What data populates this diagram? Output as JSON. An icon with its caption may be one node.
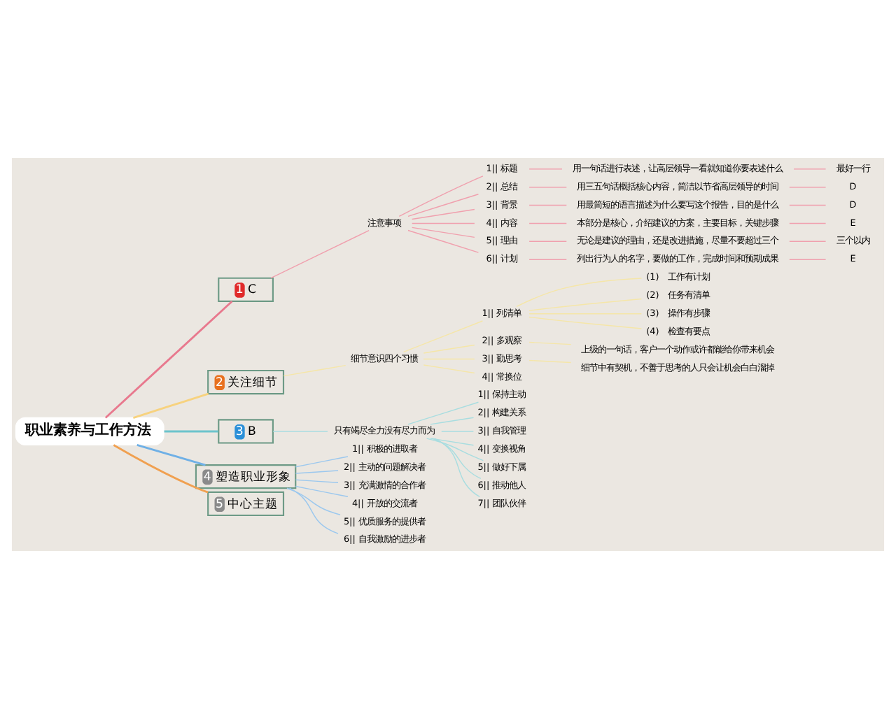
{
  "diagram": {
    "nodes": [
      {
        "text": [
          "职业素养与工作方法"
        ]
      },
      {
        "text": [
          "1",
          "C"
        ]
      },
      {
        "text": [
          "注意事项"
        ]
      },
      {
        "text": [
          "1|| 标题"
        ]
      },
      {
        "text": [
          "2|| 总结"
        ]
      },
      {
        "text": [
          "3|| 背景"
        ]
      },
      {
        "text": [
          "4|| 内容"
        ]
      },
      {
        "text": [
          "5|| 理由"
        ]
      },
      {
        "text": [
          "6|| 计划"
        ]
      },
      {
        "text": [
          "用一句话进行表述，让高层领导一看就知道你要表述什么"
        ]
      },
      {
        "text": [
          "用三五句话概括核心内容，简洁以节省高层领导的时间"
        ]
      },
      {
        "text": [
          "用最简短的语言描述为什么要写这个报告，目的是什么"
        ]
      },
      {
        "text": [
          "本部分是核心，介绍建议的方案，主要目标，关键步骤"
        ]
      },
      {
        "text": [
          "无论是建议的理由，还是改进措施，尽量不要超过三个"
        ]
      },
      {
        "text": [
          "列出行为人的名字，要做的工作，完成时间和预期成果"
        ]
      },
      {
        "text": [
          "最好一行"
        ]
      },
      {
        "text": [
          "D"
        ]
      },
      {
        "text": [
          "D"
        ]
      },
      {
        "text": [
          "E"
        ]
      },
      {
        "text": [
          "三个以内"
        ]
      },
      {
        "text": [
          "E"
        ]
      },
      {
        "text": [
          "2",
          "关注细节"
        ]
      },
      {
        "text": [
          "细节意识四个习惯"
        ]
      },
      {
        "text": [
          "1|| 列清单"
        ]
      },
      {
        "text": [
          "(1)　工作有计划"
        ]
      },
      {
        "text": [
          "(2)　任务有清单"
        ]
      },
      {
        "text": [
          "(3)　操作有步骤"
        ]
      },
      {
        "text": [
          "(4)　检查有要点"
        ]
      },
      {
        "text": [
          "2|| 多观察"
        ]
      },
      {
        "text": [
          "上级的一句话，客户一个动作或许都能给你带来机会"
        ]
      },
      {
        "text": [
          "3|| 勤思考"
        ]
      },
      {
        "text": [
          "细节中有契机，不善于思考的人只会让机会白白溜掉"
        ]
      },
      {
        "text": [
          "4|| 常换位"
        ]
      },
      {
        "text": [
          "3",
          "B"
        ]
      },
      {
        "text": [
          "只有竭尽全力没有尽力而为"
        ]
      },
      {
        "text": [
          "1|| 保持主动"
        ]
      },
      {
        "text": [
          "2|| 构建关系"
        ]
      },
      {
        "text": [
          "3|| 自我管理"
        ]
      },
      {
        "text": [
          "4|| 变换视角"
        ]
      },
      {
        "text": [
          "5|| 做好下属"
        ]
      },
      {
        "text": [
          "6|| 推动他人"
        ]
      },
      {
        "text": [
          "7|| 团队伙伴"
        ]
      },
      {
        "text": [
          "4",
          "塑造职业形象"
        ]
      },
      {
        "text": [
          "1|| 积极的进取者"
        ]
      },
      {
        "text": [
          "2|| 主动的问题解决者"
        ]
      },
      {
        "text": [
          "3|| 充满激情的合作者"
        ]
      },
      {
        "text": [
          "4|| 开放的交流者"
        ]
      },
      {
        "text": [
          "5|| 优质服务的提供者"
        ]
      },
      {
        "text": [
          "6|| 自我激励的进步者"
        ]
      },
      {
        "text": [
          "5",
          "中心主题"
        ]
      }
    ],
    "edges": [
      {
        "from": 0,
        "to": 1,
        "arrow": "none",
        "color": "#e8798e"
      },
      {
        "from": 1,
        "to": 2,
        "arrow": "none",
        "color": "#f0a0ae"
      },
      {
        "from": 2,
        "to": 3,
        "arrow": "none",
        "color": "#f0a0ae"
      },
      {
        "from": 2,
        "to": 4,
        "arrow": "none",
        "color": "#f0a0ae"
      },
      {
        "from": 2,
        "to": 5,
        "arrow": "none",
        "color": "#f0a0ae"
      },
      {
        "from": 2,
        "to": 6,
        "arrow": "none",
        "color": "#f0a0ae"
      },
      {
        "from": 2,
        "to": 7,
        "arrow": "none",
        "color": "#f0a0ae"
      },
      {
        "from": 2,
        "to": 8,
        "arrow": "none",
        "color": "#f0a0ae"
      },
      {
        "from": 3,
        "to": 9,
        "arrow": "none",
        "color": "#f0a0ae"
      },
      {
        "from": 4,
        "to": 10,
        "arrow": "none",
        "color": "#f0a0ae"
      },
      {
        "from": 5,
        "to": 11,
        "arrow": "none",
        "color": "#f0a0ae"
      },
      {
        "from": 6,
        "to": 12,
        "arrow": "none",
        "color": "#f0a0ae"
      },
      {
        "from": 7,
        "to": 13,
        "arrow": "none",
        "color": "#f0a0ae"
      },
      {
        "from": 8,
        "to": 14,
        "arrow": "none",
        "color": "#f0a0ae"
      },
      {
        "from": 9,
        "to": 15,
        "arrow": "none",
        "color": "#f0a0ae"
      },
      {
        "from": 10,
        "to": 16,
        "arrow": "none",
        "color": "#f0a0ae"
      },
      {
        "from": 11,
        "to": 17,
        "arrow": "none",
        "color": "#f0a0ae"
      },
      {
        "from": 12,
        "to": 18,
        "arrow": "none",
        "color": "#f0a0ae"
      },
      {
        "from": 13,
        "to": 19,
        "arrow": "none",
        "color": "#f0a0ae"
      },
      {
        "from": 14,
        "to": 20,
        "arrow": "none",
        "color": "#f0a0ae"
      },
      {
        "from": 0,
        "to": 21,
        "arrow": "none",
        "color": "#f7d27e"
      },
      {
        "from": 21,
        "to": 22,
        "arrow": "none",
        "color": "#f5e6a8"
      },
      {
        "from": 22,
        "to": 23,
        "arrow": "none",
        "color": "#f5e6a8"
      },
      {
        "from": 23,
        "to": 24,
        "arrow": "none",
        "color": "#f5e6a8"
      },
      {
        "from": 23,
        "to": 25,
        "arrow": "none",
        "color": "#f5e6a8"
      },
      {
        "from": 23,
        "to": 26,
        "arrow": "none",
        "color": "#f5e6a8"
      },
      {
        "from": 23,
        "to": 27,
        "arrow": "none",
        "color": "#f5e6a8"
      },
      {
        "from": 22,
        "to": 28,
        "arrow": "none",
        "color": "#f5e6a8"
      },
      {
        "from": 28,
        "to": 29,
        "arrow": "none",
        "color": "#f5e6a8"
      },
      {
        "from": 22,
        "to": 30,
        "arrow": "none",
        "color": "#f5e6a8"
      },
      {
        "from": 30,
        "to": 31,
        "arrow": "none",
        "color": "#f5e6a8"
      },
      {
        "from": 22,
        "to": 32,
        "arrow": "none",
        "color": "#f5e6a8"
      },
      {
        "from": 0,
        "to": 33,
        "arrow": "none",
        "color": "#6cc4cc"
      },
      {
        "from": 33,
        "to": 34,
        "arrow": "none",
        "color": "#a8dde0"
      },
      {
        "from": 34,
        "to": 35,
        "arrow": "none",
        "color": "#a8dde0"
      },
      {
        "from": 34,
        "to": 36,
        "arrow": "none",
        "color": "#a8dde0"
      },
      {
        "from": 34,
        "to": 37,
        "arrow": "none",
        "color": "#a8dde0"
      },
      {
        "from": 34,
        "to": 38,
        "arrow": "none",
        "color": "#a8dde0"
      },
      {
        "from": 34,
        "to": 39,
        "arrow": "none",
        "color": "#a8dde0"
      },
      {
        "from": 34,
        "to": 40,
        "arrow": "none",
        "color": "#a8dde0"
      },
      {
        "from": 34,
        "to": 41,
        "arrow": "none",
        "color": "#a8dde0"
      },
      {
        "from": 0,
        "to": 42,
        "arrow": "none",
        "color": "#6fb0e6"
      },
      {
        "from": 42,
        "to": 43,
        "arrow": "none",
        "color": "#9cc8ee"
      },
      {
        "from": 42,
        "to": 44,
        "arrow": "none",
        "color": "#9cc8ee"
      },
      {
        "from": 42,
        "to": 45,
        "arrow": "none",
        "color": "#9cc8ee"
      },
      {
        "from": 42,
        "to": 46,
        "arrow": "none",
        "color": "#9cc8ee"
      },
      {
        "from": 42,
        "to": 47,
        "arrow": "none",
        "color": "#9cc8ee"
      },
      {
        "from": 42,
        "to": 48,
        "arrow": "none",
        "color": "#9cc8ee"
      },
      {
        "from": 0,
        "to": 49,
        "arrow": "none",
        "color": "#f0a050"
      }
    ]
  }
}
